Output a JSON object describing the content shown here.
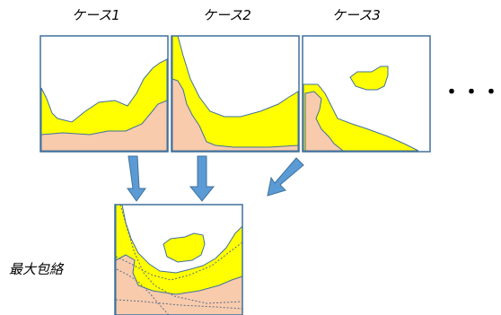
{
  "cases": [
    {
      "label": "ケース1"
    },
    {
      "label": "ケース2"
    },
    {
      "label": "ケース3"
    }
  ],
  "ellipsis": "・・・",
  "result": {
    "label": "最大包絡"
  },
  "colors": {
    "frame": "#41719c",
    "arrow": "#5b9bd5",
    "yellow": "#ffff00",
    "salmon": "#f8cbad",
    "outline": "#41719c"
  }
}
